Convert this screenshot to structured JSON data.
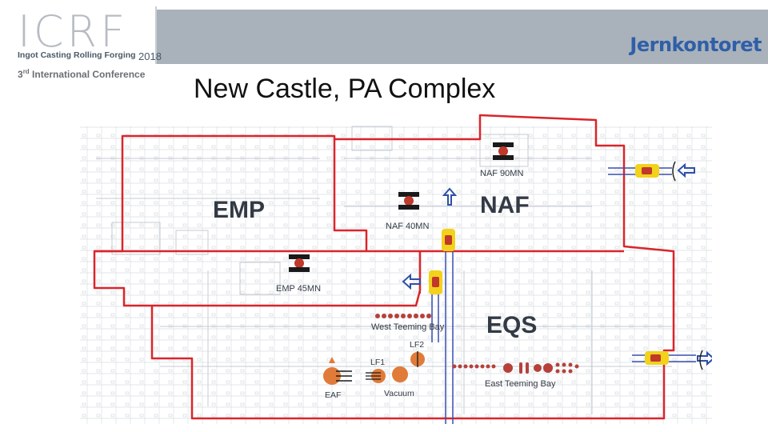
{
  "header": {
    "logo_letters": "ICRF",
    "logo_tagline": "Ingot Casting Rolling Forging",
    "logo_year": "2018",
    "conference_ordinal": "3",
    "conference_suffix": "rd",
    "conference_name": "International Conference",
    "brand": "Jernkontoret"
  },
  "title": "New Castle, PA Complex",
  "colors": {
    "brand": "#2f5fa8",
    "boundary": "#d9252b",
    "press": "#1a1a1a",
    "press_ram": "#c0392b",
    "transfer_car": "#f2d21b",
    "arrow": "#2e4fa8",
    "furnace": "#e07b39",
    "teeming": "#b5413a",
    "floor_plan": "#c5cbd3"
  },
  "labels": {
    "emp": "EMP",
    "naf": "NAF",
    "eqs": "EQS",
    "naf_90": "NAF 90MN",
    "naf_40": "NAF 40MN",
    "emp_45": "EMP 45MN",
    "west_teeming": "West Teeming Bay",
    "east_teeming": "East Teeming Bay",
    "lf1": "LF1",
    "lf2": "LF2",
    "eaf": "EAF",
    "vacuum": "Vacuum"
  }
}
